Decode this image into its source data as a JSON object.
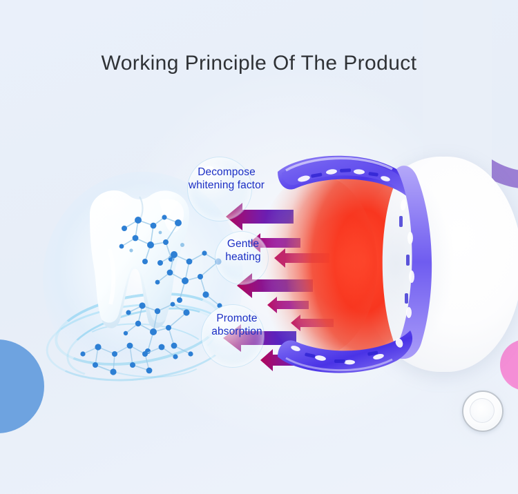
{
  "page": {
    "title": "Working Principle Of The Product",
    "background_color": "#e9eff8",
    "title_color": "#2f3236"
  },
  "labels": [
    {
      "id": "decompose",
      "line1": "Decompose",
      "line2": "whitening factor",
      "color": "#1b2ec4"
    },
    {
      "id": "gentle-heating",
      "line1": "Gentle",
      "line2": "heating",
      "color": "#1b2ec4"
    },
    {
      "id": "promote-absorption",
      "line1": "Promote",
      "line2": "absorption",
      "color": "#1b2ec4"
    }
  ],
  "illustration": {
    "tooth": {
      "name": "white-tooth",
      "color": "#ffffff",
      "accent": "#cfe6f7"
    },
    "molecules": {
      "name": "molecule-cluster",
      "color": "#2d7fd4"
    },
    "swirl_rings": {
      "name": "energy-swirl",
      "color": "#78cdf0"
    },
    "arrows": {
      "name": "energy-arrows",
      "direction": "left",
      "count": 8,
      "gradient_from": "#b1075a",
      "gradient_to": "#3a2ad6"
    },
    "device": {
      "name": "led-whitening-device",
      "body_color": "#ffffff",
      "mouthpiece_color": "#4f3fe8",
      "glow_color": "#f43b2a",
      "button": {
        "name": "power-button",
        "ring_color": "#bfc5cd"
      }
    }
  },
  "decor": {
    "corner_ring": {
      "name": "purple-ring",
      "color": "#9b7fd4"
    },
    "blue_circle": {
      "name": "blue-circle",
      "color": "#6ea3e0"
    },
    "pink_circle": {
      "name": "pink-circle",
      "color": "#f48ed6"
    }
  }
}
